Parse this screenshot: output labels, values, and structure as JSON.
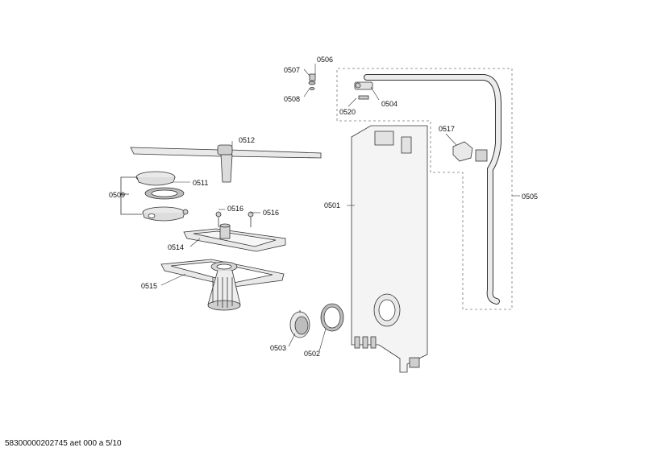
{
  "parts": {
    "p0501": "0501",
    "p0502": "0502",
    "p0503": "0503",
    "p0504": "0504",
    "p0505": "0505",
    "p0506": "0506",
    "p0507": "0507",
    "p0508": "0508",
    "p0509": "0509",
    "p0511": "0511",
    "p0512": "0512",
    "p0514": "0514",
    "p0515": "0515",
    "p0516a": "0516",
    "p0516b": "0516",
    "p0517": "0517",
    "p0520": "0520"
  },
  "footer": "58300000202745 aet 000 a 5/10",
  "colors": {
    "line": "#333333",
    "fill": "#e9e9e9",
    "fill_dark": "#bdbdbd",
    "dash": "#777777"
  }
}
